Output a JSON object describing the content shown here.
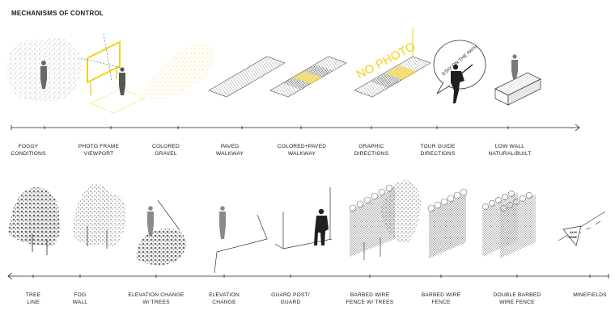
{
  "title": "MECHANISMS OF CONTROL",
  "accent_color": "#f2d21c",
  "top_row": [
    {
      "line1": "FOGGY",
      "line2": "CONDITIONS"
    },
    {
      "line1": "PHOTO FRAME",
      "line2": "VIEWPORT"
    },
    {
      "line1": "COLORED",
      "line2": "GRAVEL"
    },
    {
      "line1": "PAVED",
      "line2": "WALKWAY"
    },
    {
      "line1": "COLORED+PAVED",
      "line2": "WALKWAY"
    },
    {
      "line1": "GRAPHIC",
      "line2": "DIRECTIONS"
    },
    {
      "line1": "TOUR GUIDE",
      "line2": "DIRECTIONS"
    },
    {
      "line1": "LOW WALL",
      "line2": "NATURAL/BUILT"
    }
  ],
  "bottom_row": [
    {
      "line1": "TREE",
      "line2": "LINE"
    },
    {
      "line1": "FOG",
      "line2": "WALL"
    },
    {
      "line1": "ELEVATION CHANGE",
      "line2": "W/ TREES"
    },
    {
      "line1": "ELEVATION",
      "line2": "CHANGE"
    },
    {
      "line1": "GUARD POST/",
      "line2": "GUARD"
    },
    {
      "line1": "BARBED WIRE",
      "line2": "FENCE W/ TREES"
    },
    {
      "line1": "BARBED WIRE",
      "line2": "FENCE"
    },
    {
      "line1": "DOUBLE BARBED",
      "line2": "WIRE FENCE"
    },
    {
      "line1": "MINEFIELDS",
      "line2": ""
    }
  ],
  "sign_text": "NO PHOTO",
  "speech_text": "STAY ON THE PATH",
  "mine_sign_line1": "ALM",
  "mine_sign_line2": "MINE"
}
